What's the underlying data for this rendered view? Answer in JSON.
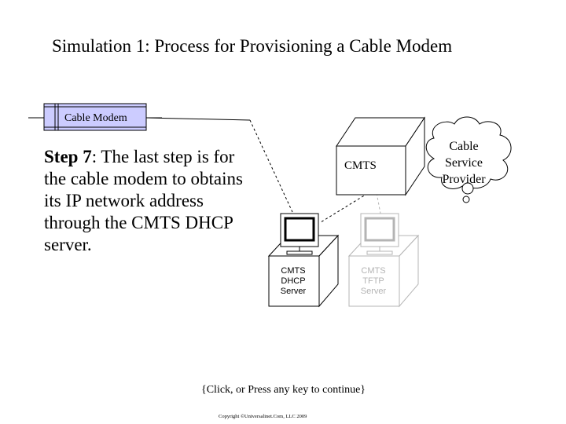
{
  "title": "Simulation 1: Process for Provisioning a Cable Modem",
  "step": {
    "heading": "Step 7",
    "text": ": The last step is for the cable modem to obtains its IP network address through the CMTS DHCP server."
  },
  "nodes": {
    "cable_modem": "Cable Modem",
    "cmts": "CMTS",
    "provider": [
      "Cable",
      "Service",
      "Provider"
    ],
    "dhcp_server": [
      "CMTS",
      "DHCP",
      "Server"
    ],
    "tftp_server": [
      "CMTS",
      "TFTP",
      "Server"
    ]
  },
  "footer": {
    "continue": "{Click, or Press any key to continue}",
    "copyright": "Copyright ©Universalinet.Com, LLC 2009"
  },
  "colors": {
    "active": "#000000",
    "inactive": "#b4b4b4",
    "modem_fill": "#ccccff"
  }
}
